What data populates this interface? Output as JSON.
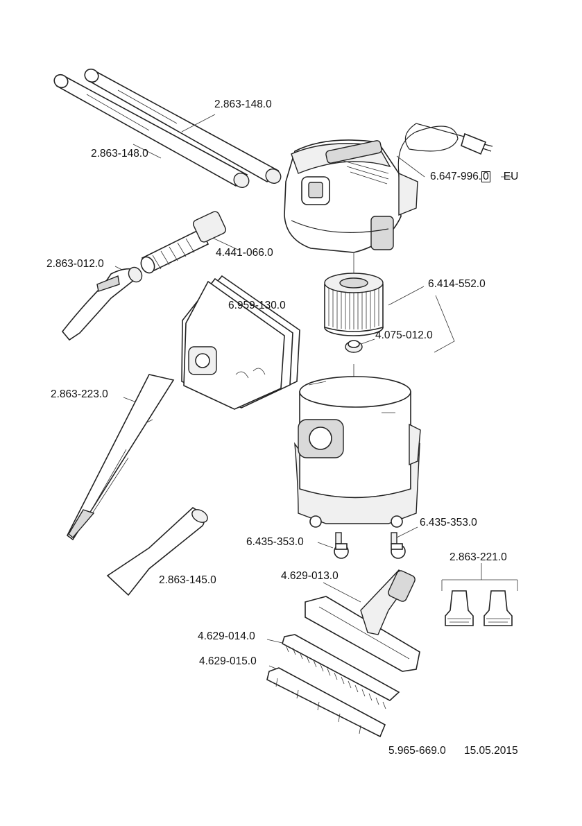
{
  "parts": [
    {
      "id": "tube-upper",
      "number": "2.863-148.0"
    },
    {
      "id": "tube-lower",
      "number": "2.863-148.0"
    },
    {
      "id": "power-cord",
      "number": "6.647-996.",
      "box": "0",
      "suffix": "EU"
    },
    {
      "id": "suction-hose",
      "number": "4.441-066.0"
    },
    {
      "id": "elbow",
      "number": "2.863-012.0"
    },
    {
      "id": "filter-bags",
      "number": "6.959-130.0"
    },
    {
      "id": "cartridge-filter",
      "number": "6.414-552.0"
    },
    {
      "id": "filter-nut",
      "number": "4.075-012.0"
    },
    {
      "id": "crevice-nozzle",
      "number": "2.863-223.0"
    },
    {
      "id": "castor-right",
      "number": "6.435-353.0"
    },
    {
      "id": "castor-left",
      "number": "6.435-353.0"
    },
    {
      "id": "adapter-set",
      "number": "2.863-221.0"
    },
    {
      "id": "upholstery-nozzle",
      "number": "2.863-145.0"
    },
    {
      "id": "floor-nozzle",
      "number": "4.629-013.0"
    },
    {
      "id": "brush-strip",
      "number": "4.629-014.0"
    },
    {
      "id": "rubber-strip",
      "number": "4.629-015.0"
    }
  ],
  "footer": {
    "document_number": "5.965-669.0",
    "date": "15.05.2015"
  }
}
